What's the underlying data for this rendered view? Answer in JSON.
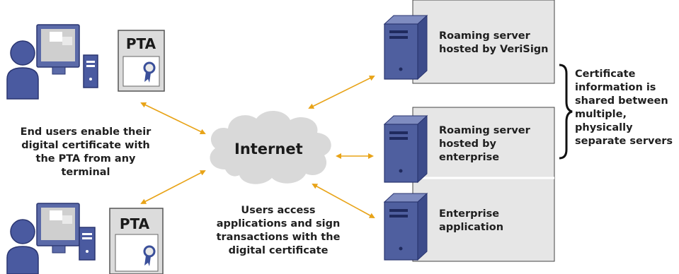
{
  "left_caption": [
    "End users enable their",
    "digital certificate with",
    "the PTA from any terminal"
  ],
  "pta_label": "PTA",
  "cloud_label": "Internet",
  "bottom_caption": [
    "Users access",
    "applications and sign",
    "transactions with the",
    "digital certificate"
  ],
  "servers": [
    {
      "label": [
        "Roaming server",
        "hosted by VeriSign"
      ]
    },
    {
      "label": [
        "Roaming server",
        "hosted by",
        "enterprise"
      ]
    },
    {
      "label": [
        "Enterprise",
        "application"
      ]
    }
  ],
  "brace_caption": [
    "Certificate",
    "information is",
    "shared between",
    "multiple, physically",
    "separate servers"
  ],
  "colors": {
    "user": "#4a5aa0",
    "user_outline": "#2a3570",
    "server": "#4f5f9f",
    "panel": "#e6e6e6",
    "cloud": "#d9d9d9",
    "arrow": "#e8a317",
    "pta_bg": "#dcdcdc",
    "ribbon": "#3a4f9a"
  },
  "icons": [
    "user-icon",
    "monitor-icon",
    "tower-icon",
    "certificate-icon",
    "cloud-icon",
    "server-icon",
    "brace-icon",
    "double-arrow-icon"
  ]
}
